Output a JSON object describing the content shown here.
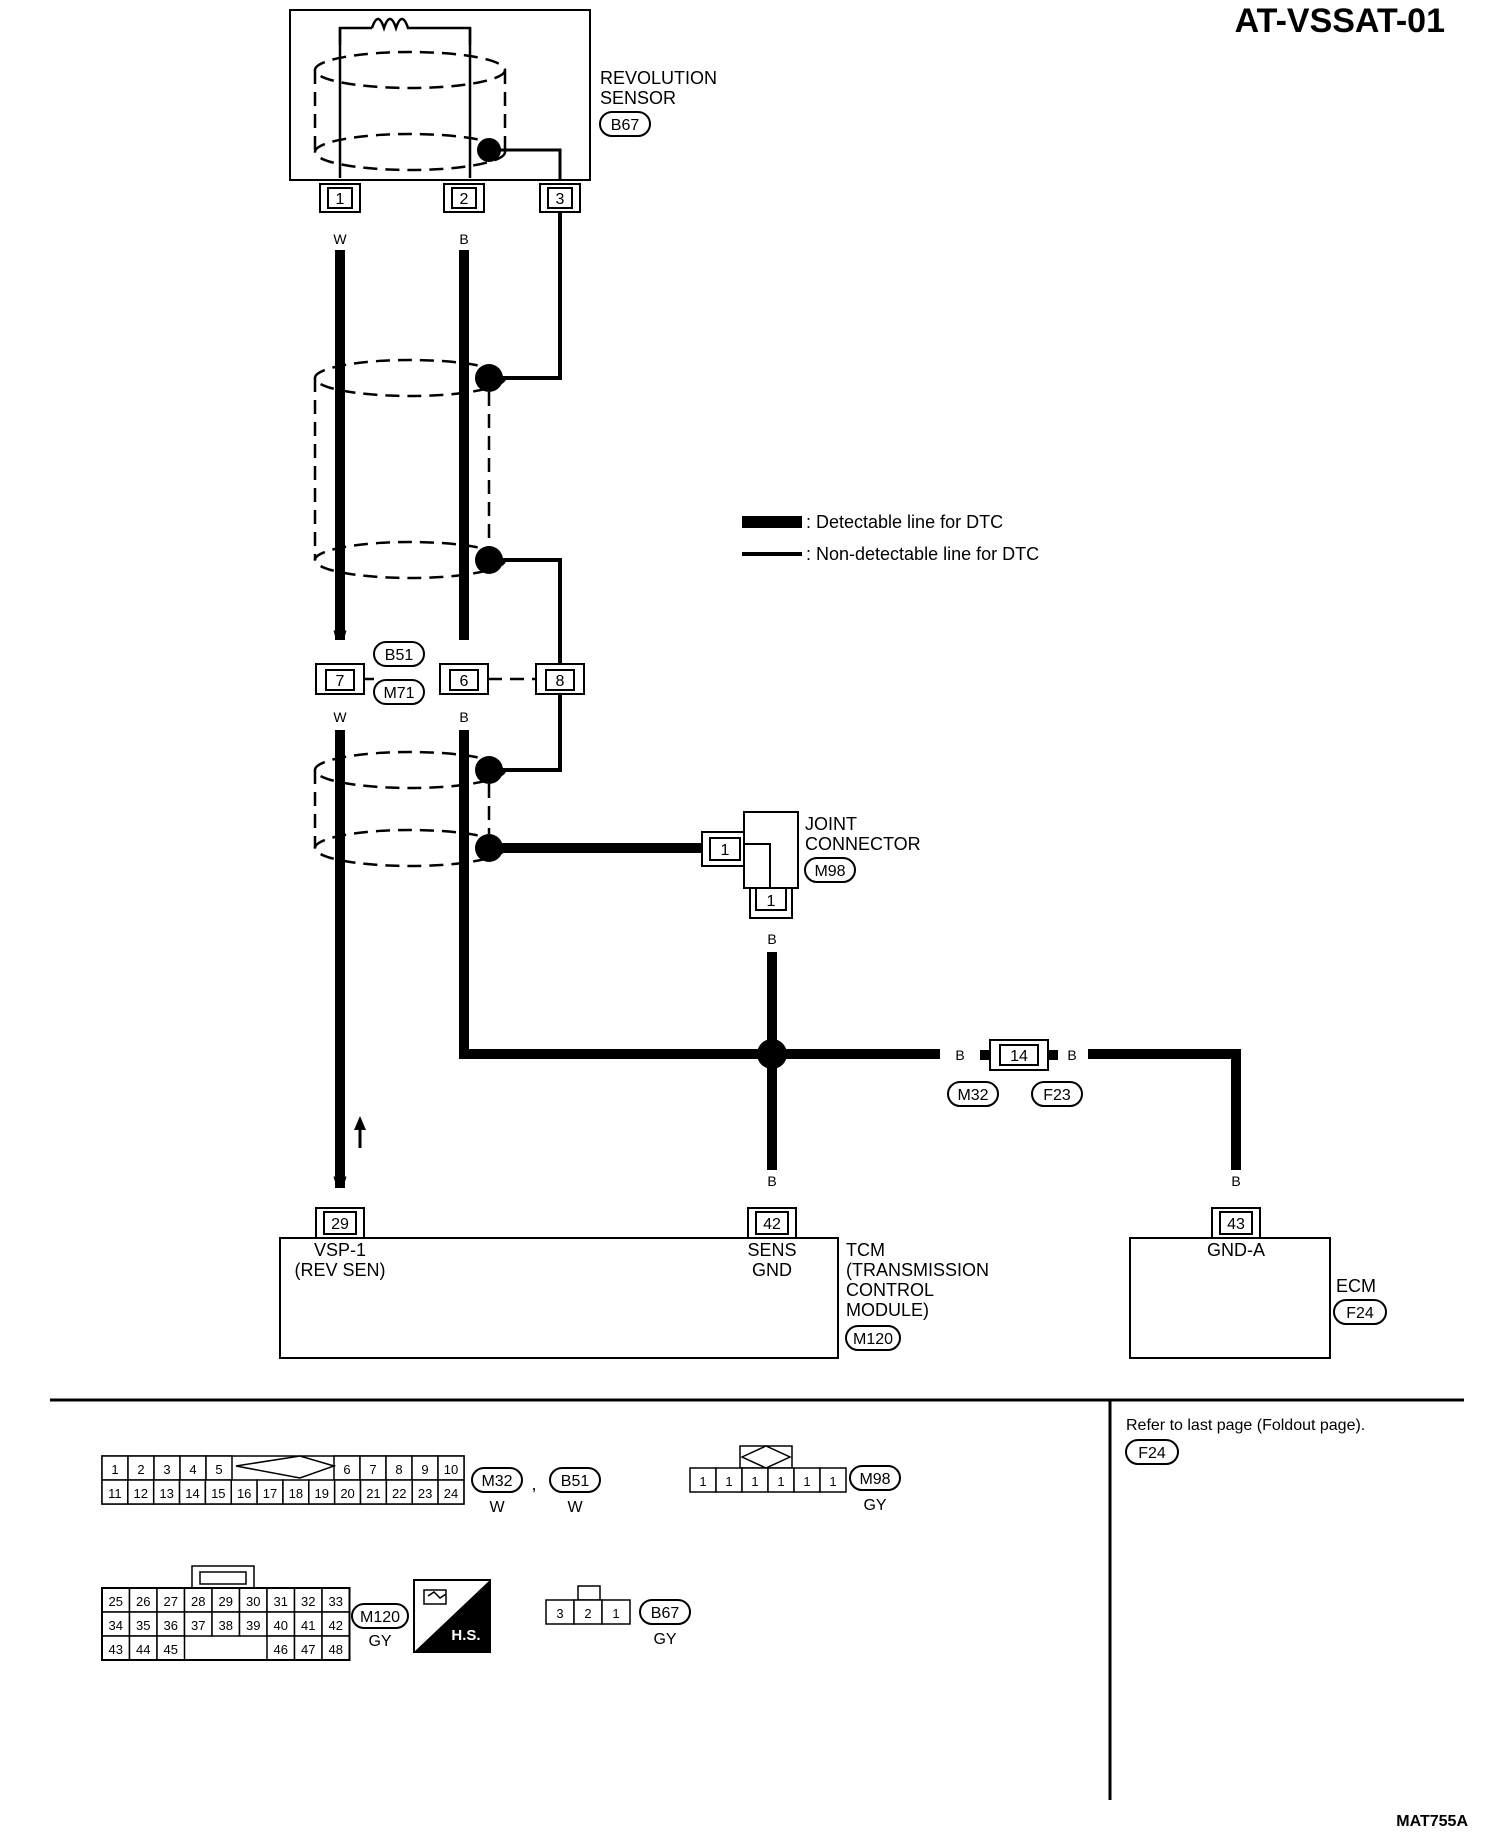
{
  "diagram_id": "AT-VSSAT-01",
  "figure_code": "MAT755A",
  "revolution_sensor": {
    "name_line1": "REVOLUTION",
    "name_line2": "SENSOR",
    "connector": "B67",
    "pins": [
      "1",
      "2",
      "3"
    ],
    "wire_colors": [
      "W",
      "B"
    ]
  },
  "legend": {
    "detectable": ": Detectable line for DTC",
    "non_detectable": ": Non-detectable line for DTC"
  },
  "intermediate_connector": {
    "upper": "B51",
    "lower": "M71",
    "pins": [
      "7",
      "6",
      "8"
    ],
    "wire_colors": [
      "W",
      "B",
      "W",
      "B"
    ]
  },
  "joint_connector": {
    "name_line1": "JOINT",
    "name_line2": "CONNECTOR",
    "connector": "M98",
    "pin_in": "1",
    "pin_out": "1",
    "wire_color": "B"
  },
  "ground_path": {
    "pin": "14",
    "left_connector": "M32",
    "right_connector": "F23",
    "wire_color_left": "B",
    "wire_color_right": "B",
    "wire_color_down": "B",
    "wire_color_ecm": "B"
  },
  "tcm": {
    "name_line1": "TCM",
    "name_line2": "(TRANSMISSION",
    "name_line3": "CONTROL",
    "name_line4": "MODULE)",
    "connector": "M120",
    "pin_vsp": "29",
    "pin_vsp_label1": "VSP-1",
    "pin_vsp_label2": "(REV SEN)",
    "pin_gnd": "42",
    "pin_gnd_label1": "SENS",
    "pin_gnd_label2": "GND",
    "wire_color_vsp": "W"
  },
  "ecm": {
    "name": "ECM",
    "connector": "F24",
    "pin": "43",
    "pin_label": "GND-A"
  },
  "connector_faces": {
    "m32_b51": {
      "row1": [
        "1",
        "2",
        "3",
        "4",
        "5",
        "6",
        "7",
        "8",
        "9",
        "10"
      ],
      "row2": [
        "11",
        "12",
        "13",
        "14",
        "15",
        "16",
        "17",
        "18",
        "19",
        "20",
        "21",
        "22",
        "23",
        "24"
      ],
      "ids": [
        "M32",
        "B51"
      ],
      "separator": ",",
      "colors": [
        "W",
        "W"
      ]
    },
    "m98": {
      "pins": [
        "1",
        "1",
        "1",
        "1",
        "1",
        "1"
      ],
      "id": "M98",
      "color": "GY"
    },
    "m120": {
      "row1": [
        "25",
        "26",
        "27",
        "28",
        "29",
        "30",
        "31",
        "32",
        "33"
      ],
      "row2": [
        "34",
        "35",
        "36",
        "37",
        "38",
        "39",
        "40",
        "41",
        "42"
      ],
      "row3a": [
        "43",
        "44",
        "45"
      ],
      "row3b": [
        "46",
        "47",
        "48"
      ],
      "id": "M120",
      "color": "GY",
      "hs_label": "H.S."
    },
    "b67": {
      "pins": [
        "3",
        "2",
        "1"
      ],
      "id": "B67",
      "color": "GY"
    }
  },
  "foldout_note": "Refer to last page (Foldout page).",
  "foldout_connector": "F24"
}
